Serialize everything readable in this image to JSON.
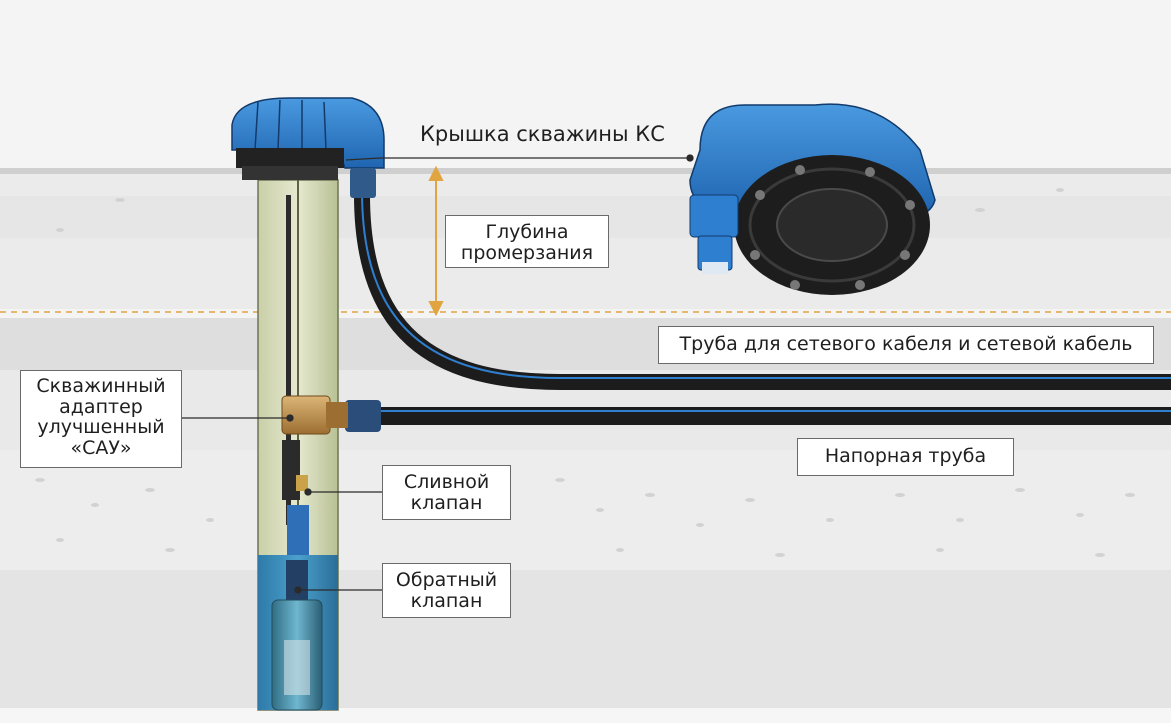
{
  "labels": {
    "cap": "Крышка скважины КС",
    "freeze_depth": [
      "Глубина",
      "промерзания"
    ],
    "cable_pipe": "Труба для сетевого кабеля и сетевой кабель",
    "adapter": [
      "Скважинный",
      "адаптер",
      "улучшенный",
      "«САУ»"
    ],
    "pressure_pipe": "Напорная труба",
    "drain_valve": [
      "Сливной",
      "клапан"
    ],
    "check_valve": [
      "Обратный",
      "клапан"
    ]
  },
  "colors": {
    "background": "#f4f4f4",
    "soil_light": "#ececec",
    "soil_band": "#dcdcdc",
    "freeze_line": "#e0a441",
    "cap_blue": "#2f7fd0",
    "pipe_black": "#1c1c1c",
    "pipe_stripe": "#2f7fd0",
    "water_blue": "#3a8ab8",
    "brass": "#b88a48"
  }
}
